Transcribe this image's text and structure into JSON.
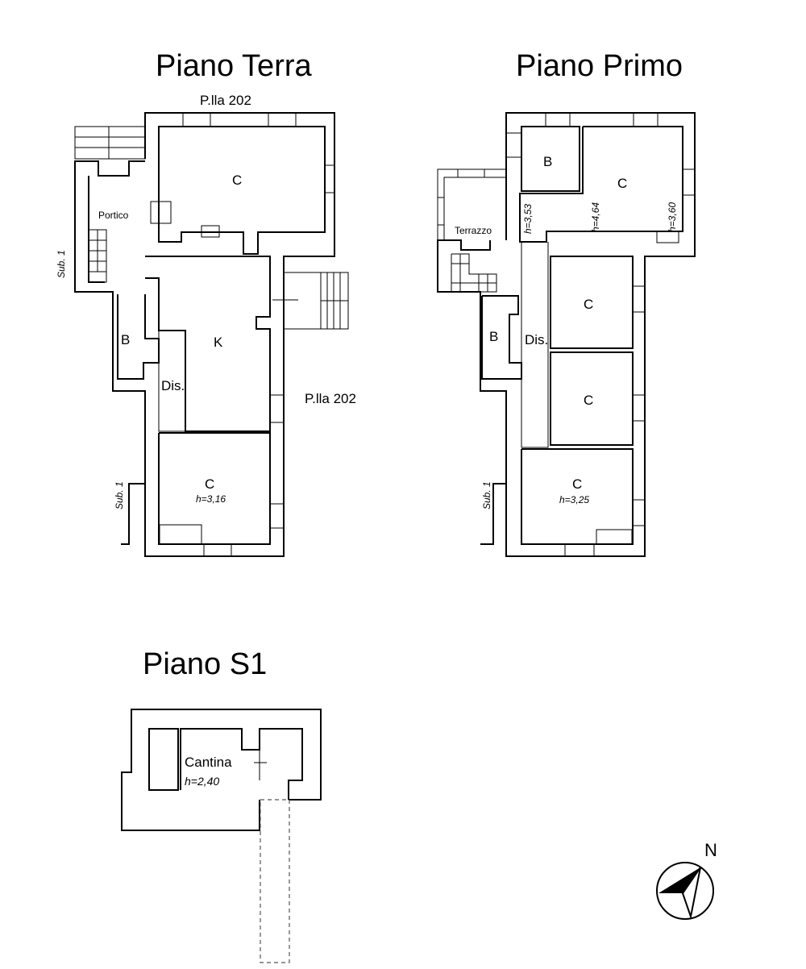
{
  "plans": {
    "ground": {
      "title": "Piano Terra",
      "neighbor_top": "P.lla 202",
      "neighbor_right": "P.lla 202",
      "sub_top": "Sub. 1",
      "sub_bottom": "Sub. 1",
      "rooms": {
        "c_top": "C",
        "portico": "Portico",
        "k": "K",
        "b": "B",
        "dis": "Dis.",
        "c_bottom": "C",
        "h_bottom": "h=3,16"
      }
    },
    "first": {
      "title": "Piano Primo",
      "sub_bottom": "Sub. 1",
      "rooms": {
        "b_top": "B",
        "c_top": "C",
        "terrazzo": "Terrazzo",
        "h1": "h=3,53",
        "h2": "h=4,64",
        "h3": "h=3,60",
        "c_mid1": "C",
        "c_mid2": "C",
        "b_left": "B",
        "dis": "Dis.",
        "c_bottom": "C",
        "h_bottom": "h=3,25"
      }
    },
    "basement": {
      "title": "Piano S1",
      "rooms": {
        "cantina": "Cantina",
        "h": "h=2,40"
      }
    }
  },
  "compass": {
    "label": "N"
  }
}
